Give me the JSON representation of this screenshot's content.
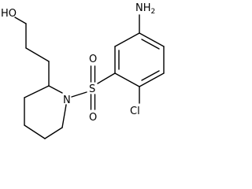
{
  "structure": {
    "labels": {
      "oh": "HO",
      "nh2": "NH",
      "nh2_subscript": "2",
      "sulfur": "S",
      "oxygen_top": "O",
      "oxygen_bottom": "O",
      "nitrogen": "N",
      "chlorine": "Cl"
    }
  }
}
